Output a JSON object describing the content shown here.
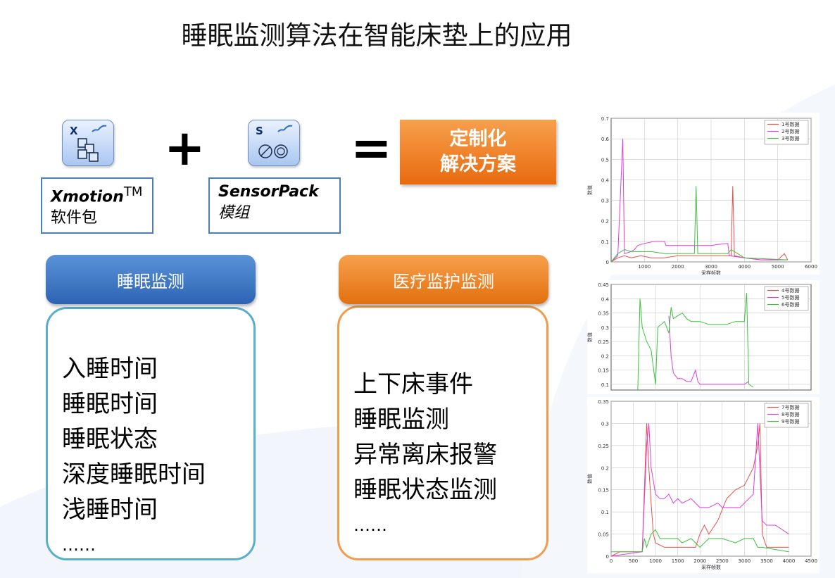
{
  "title": "睡眠监测算法在智能床垫上的应用",
  "xmotion": {
    "icon_letter": "X",
    "name": "Xmotion",
    "tm": "TM",
    "desc": "软件包"
  },
  "sensorpack": {
    "icon_letter": "S",
    "name": "SensorPack",
    "desc": "模组"
  },
  "operators": {
    "plus": "+",
    "equals": "="
  },
  "solution": {
    "line1": "定制化",
    "line2": "解决方案"
  },
  "sleep": {
    "header": "睡眠监测",
    "items": [
      "入睡时间",
      "睡眠时间",
      "睡眠状态",
      "深度睡眠时间",
      "浅睡时间",
      "……"
    ]
  },
  "medical": {
    "header": "医疗监护监测",
    "items": [
      "上下床事件",
      "睡眠监测",
      "异常离床报警",
      "睡眠状态监测",
      "……"
    ]
  },
  "chart_data": [
    {
      "type": "line",
      "xlabel": "采样帧数",
      "ylabel": "数值",
      "xlim": [
        0,
        6000
      ],
      "ylim": [
        0,
        0.7
      ],
      "xticks": [
        "1000",
        "2000",
        "3000",
        "4000",
        "5000",
        "6000"
      ],
      "yticks": [
        "0",
        "0.1",
        "0.2",
        "0.3",
        "0.4",
        "0.5",
        "0.6",
        "0.7"
      ],
      "grid": true,
      "legend_position": "top-right",
      "series": [
        {
          "name": "1号数据",
          "color": "#e8504a",
          "points": [
            [
              0,
              0.0
            ],
            [
              200,
              0.02
            ],
            [
              400,
              0.03
            ],
            [
              600,
              0.02
            ],
            [
              900,
              0.03
            ],
            [
              1200,
              0.02
            ],
            [
              1600,
              0.02
            ],
            [
              2000,
              0.03
            ],
            [
              2500,
              0.03
            ],
            [
              3000,
              0.03
            ],
            [
              3600,
              0.03
            ],
            [
              3650,
              0.37
            ],
            [
              3700,
              0.03
            ],
            [
              4000,
              0.02
            ],
            [
              4500,
              0.01
            ],
            [
              5000,
              0.01
            ],
            [
              5200,
              0.04
            ],
            [
              5300,
              0.01
            ]
          ]
        },
        {
          "name": "2号数据",
          "color": "#dd3fdd",
          "points": [
            [
              0,
              0.0
            ],
            [
              200,
              0.03
            ],
            [
              350,
              0.6
            ],
            [
              400,
              0.04
            ],
            [
              600,
              0.05
            ],
            [
              700,
              0.06
            ],
            [
              800,
              0.08
            ],
            [
              1000,
              0.09
            ],
            [
              1300,
              0.1
            ],
            [
              1600,
              0.1
            ],
            [
              1650,
              0.08
            ],
            [
              2000,
              0.08
            ],
            [
              2500,
              0.08
            ],
            [
              3000,
              0.08
            ],
            [
              3200,
              0.085
            ],
            [
              3500,
              0.09
            ],
            [
              3550,
              0.03
            ],
            [
              4000,
              0.02
            ],
            [
              4500,
              0.01
            ],
            [
              5300,
              0.01
            ]
          ]
        },
        {
          "name": "3号数据",
          "color": "#3cc23c",
          "points": [
            [
              0,
              0.0
            ],
            [
              200,
              0.04
            ],
            [
              400,
              0.06
            ],
            [
              600,
              0.05
            ],
            [
              900,
              0.05
            ],
            [
              1200,
              0.05
            ],
            [
              1600,
              0.04
            ],
            [
              2000,
              0.04
            ],
            [
              2500,
              0.04
            ],
            [
              2550,
              0.37
            ],
            [
              2600,
              0.04
            ],
            [
              3000,
              0.04
            ],
            [
              3500,
              0.04
            ],
            [
              3600,
              0.06
            ],
            [
              4000,
              0.02
            ],
            [
              5300,
              0.01
            ]
          ]
        }
      ]
    },
    {
      "type": "line",
      "ylabel": "数值",
      "ylim": [
        0.08,
        0.45
      ],
      "yticks": [
        "0.1",
        "0.15",
        "0.2",
        "0.25",
        "0.3",
        "0.35",
        "0.4",
        "0.45"
      ],
      "grid": true,
      "legend_position": "top-right",
      "series": [
        {
          "name": "4号数据",
          "color": "#e8504a",
          "points": []
        },
        {
          "name": "5号数据",
          "color": "#dd3fdd",
          "points": [
            [
              1300,
              0.34
            ],
            [
              1350,
              0.2
            ],
            [
              1400,
              0.14
            ],
            [
              1500,
              0.12
            ],
            [
              1600,
              0.12
            ],
            [
              1700,
              0.11
            ],
            [
              1800,
              0.11
            ],
            [
              1900,
              0.15
            ],
            [
              1950,
              0.11
            ],
            [
              2000,
              0.1
            ],
            [
              2200,
              0.1
            ],
            [
              2500,
              0.1
            ],
            [
              2800,
              0.1
            ],
            [
              3000,
              0.1
            ],
            [
              3100,
              0.11
            ]
          ]
        },
        {
          "name": "6号数据",
          "color": "#3cc23c",
          "points": [
            [
              600,
              0.08
            ],
            [
              650,
              0.4
            ],
            [
              700,
              0.3
            ],
            [
              800,
              0.25
            ],
            [
              900,
              0.22
            ],
            [
              1000,
              0.1
            ],
            [
              1050,
              0.3
            ],
            [
              1200,
              0.32
            ],
            [
              1300,
              0.28
            ],
            [
              1350,
              0.37
            ],
            [
              1400,
              0.33
            ],
            [
              1500,
              0.34
            ],
            [
              1600,
              0.35
            ],
            [
              1700,
              0.33
            ],
            [
              1800,
              0.32
            ],
            [
              2000,
              0.32
            ],
            [
              2200,
              0.31
            ],
            [
              2400,
              0.31
            ],
            [
              2600,
              0.31
            ],
            [
              2800,
              0.32
            ],
            [
              3000,
              0.32
            ],
            [
              3050,
              0.42
            ],
            [
              3100,
              0.1
            ],
            [
              3200,
              0.09
            ]
          ]
        }
      ]
    },
    {
      "type": "line",
      "xlabel": "采样帧数",
      "ylabel": "数值",
      "xlim": [
        0,
        4500
      ],
      "ylim": [
        0,
        0.35
      ],
      "xticks": [
        "0",
        "500",
        "1000",
        "1500",
        "2000",
        "2500",
        "3000",
        "3500",
        "4000",
        "4500"
      ],
      "yticks": [
        "0",
        "0.05",
        "0.1",
        "0.15",
        "0.2",
        "0.25",
        "0.3",
        "0.35"
      ],
      "grid": true,
      "legend_position": "top-right",
      "series": [
        {
          "name": "7号数据",
          "color": "#e8504a",
          "points": [
            [
              0,
              0.0
            ],
            [
              200,
              0.01
            ],
            [
              500,
              0.01
            ],
            [
              700,
              0.01
            ],
            [
              800,
              0.3
            ],
            [
              850,
              0.2
            ],
            [
              900,
              0.12
            ],
            [
              950,
              0.05
            ],
            [
              1000,
              0.03
            ],
            [
              1200,
              0.02
            ],
            [
              1400,
              0.02
            ],
            [
              1600,
              0.02
            ],
            [
              1800,
              0.02
            ],
            [
              1900,
              0.02
            ],
            [
              2000,
              0.05
            ],
            [
              2100,
              0.07
            ],
            [
              2200,
              0.05
            ],
            [
              2400,
              0.08
            ],
            [
              2600,
              0.13
            ],
            [
              2800,
              0.15
            ],
            [
              3000,
              0.16
            ],
            [
              3100,
              0.18
            ],
            [
              3200,
              0.2
            ],
            [
              3300,
              0.25
            ],
            [
              3350,
              0.3
            ],
            [
              3400,
              0.05
            ],
            [
              3500,
              0.02
            ],
            [
              4000,
              0.02
            ]
          ]
        },
        {
          "name": "8号数据",
          "color": "#dd3fdd",
          "points": [
            [
              0,
              0.0
            ],
            [
              700,
              0.01
            ],
            [
              800,
              0.25
            ],
            [
              850,
              0.3
            ],
            [
              900,
              0.2
            ],
            [
              950,
              0.17
            ],
            [
              1000,
              0.14
            ],
            [
              1100,
              0.13
            ],
            [
              1200,
              0.13
            ],
            [
              1300,
              0.14
            ],
            [
              1400,
              0.12
            ],
            [
              1500,
              0.13
            ],
            [
              1600,
              0.12
            ],
            [
              1800,
              0.13
            ],
            [
              1900,
              0.12
            ],
            [
              2000,
              0.11
            ],
            [
              2200,
              0.11
            ],
            [
              2400,
              0.12
            ],
            [
              2500,
              0.11
            ],
            [
              2700,
              0.11
            ],
            [
              2900,
              0.11
            ],
            [
              3000,
              0.12
            ],
            [
              3100,
              0.13
            ],
            [
              3200,
              0.14
            ],
            [
              3300,
              0.3
            ],
            [
              3400,
              0.08
            ],
            [
              3500,
              0.07
            ],
            [
              3700,
              0.07
            ],
            [
              4000,
              0.05
            ]
          ]
        },
        {
          "name": "9号数据",
          "color": "#3cc23c",
          "points": [
            [
              0,
              0.01
            ],
            [
              200,
              0.01
            ],
            [
              500,
              0.01
            ],
            [
              700,
              0.01
            ],
            [
              750,
              0.04
            ],
            [
              800,
              0.02
            ],
            [
              900,
              0.05
            ],
            [
              1000,
              0.06
            ],
            [
              1100,
              0.04
            ],
            [
              1300,
              0.04
            ],
            [
              1500,
              0.04
            ],
            [
              1600,
              0.03
            ],
            [
              1800,
              0.04
            ],
            [
              1900,
              0.03
            ],
            [
              2000,
              0.02
            ],
            [
              2200,
              0.04
            ],
            [
              2500,
              0.04
            ],
            [
              2800,
              0.03
            ],
            [
              3000,
              0.04
            ],
            [
              3200,
              0.04
            ],
            [
              3300,
              0.02
            ],
            [
              3400,
              0.02
            ],
            [
              4000,
              0.01
            ]
          ]
        }
      ]
    }
  ]
}
